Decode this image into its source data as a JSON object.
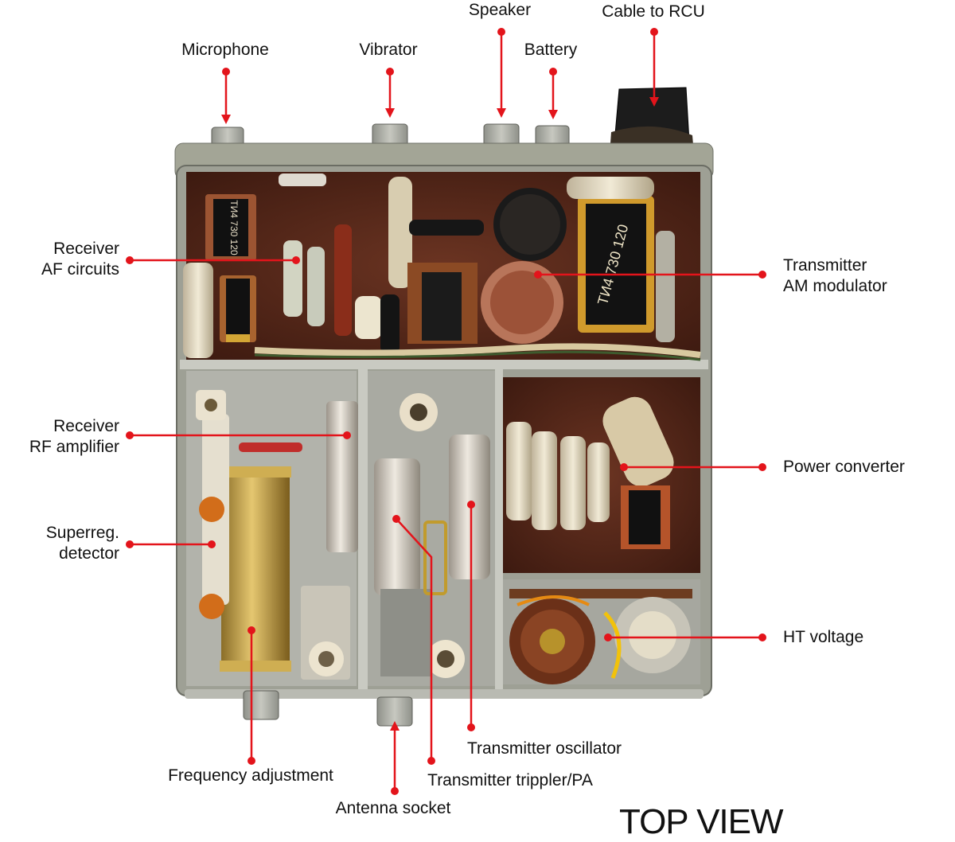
{
  "title": "TOP VIEW",
  "colors": {
    "callout": "#e3141b",
    "chassis": "#a6a89d",
    "board": "#5a2a1a"
  },
  "labels": {
    "microphone": "Microphone",
    "vibrator": "Vibrator",
    "speaker": "Speaker",
    "battery": "Battery",
    "cable": "Cable to RCU",
    "rx_af": "Receiver\nAF circuits",
    "rx_rf": "Receiver\nRF amplifier",
    "superreg": "Superreg.\ndetector",
    "tx_am": "Transmitter\nAM modulator",
    "power_conv": "Power converter",
    "ht_voltage": "HT voltage",
    "tx_osc": "Transmitter oscillator",
    "tx_tripler": "Transmitter trippler/PA",
    "freq_adj": "Frequency adjustment",
    "antenna": "Antenna socket"
  },
  "transformer_markings": {
    "af_main": "ТИ4 730 120",
    "af_small": "ТИ4 730 120"
  }
}
